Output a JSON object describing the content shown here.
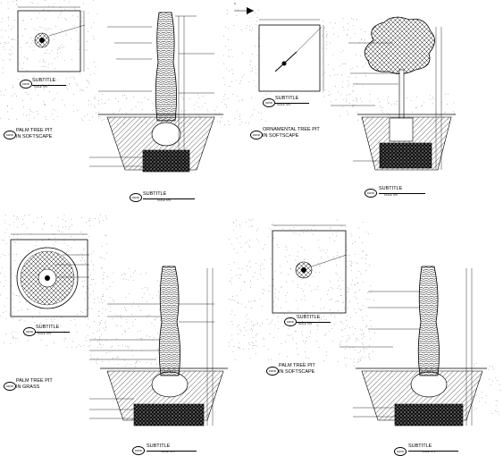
{
  "north_label": "N",
  "details": [
    {
      "id": "tl_plan",
      "bubble": "DW/00",
      "subtitle": "SUBTITLE",
      "scale": "SCALE: NTS"
    },
    {
      "id": "tl_section",
      "bubble": "DW/00",
      "title_lines": [
        "PALM TREE PIT",
        "IN SOFTSCAPE"
      ],
      "bubble_title": "DW/00",
      "subtitle": "SUBTITLE",
      "scale": "SCALE: NTS"
    },
    {
      "id": "tr_plan",
      "bubble": "DW/00",
      "subtitle": "SUBTITLE",
      "scale": "SCALE: NTS"
    },
    {
      "id": "tr_section",
      "bubble": "DW/00",
      "title_lines": [
        "ORNAMENTAL TREE PIT",
        "IN SOFTSCAPE"
      ],
      "bubble_title": "DW/00",
      "subtitle": "SUBTITLE",
      "scale": "SCALE: NTS"
    },
    {
      "id": "bl_plan",
      "bubble": "DW/00",
      "subtitle": "SUBTITLE",
      "scale": "SCALE: NTS"
    },
    {
      "id": "bl_section",
      "bubble": "DW/00",
      "title_lines": [
        "PALM TREE PIT",
        "IN GRASS"
      ],
      "bubble_title": "DW/00",
      "subtitle": "SUBTITLE",
      "scale": "SCALE: NTS"
    },
    {
      "id": "br_plan",
      "bubble": "DW/00",
      "subtitle": "SUBTITLE",
      "scale": "SCALE: NTS"
    },
    {
      "id": "br_section",
      "bubble": "DW/00",
      "title_lines": [
        "PALM TREE PIT",
        "IN SOFTSCAPE"
      ],
      "bubble_title": "DW/00",
      "subtitle": "SUBTITLE",
      "scale": "SCALE: NTS"
    }
  ]
}
